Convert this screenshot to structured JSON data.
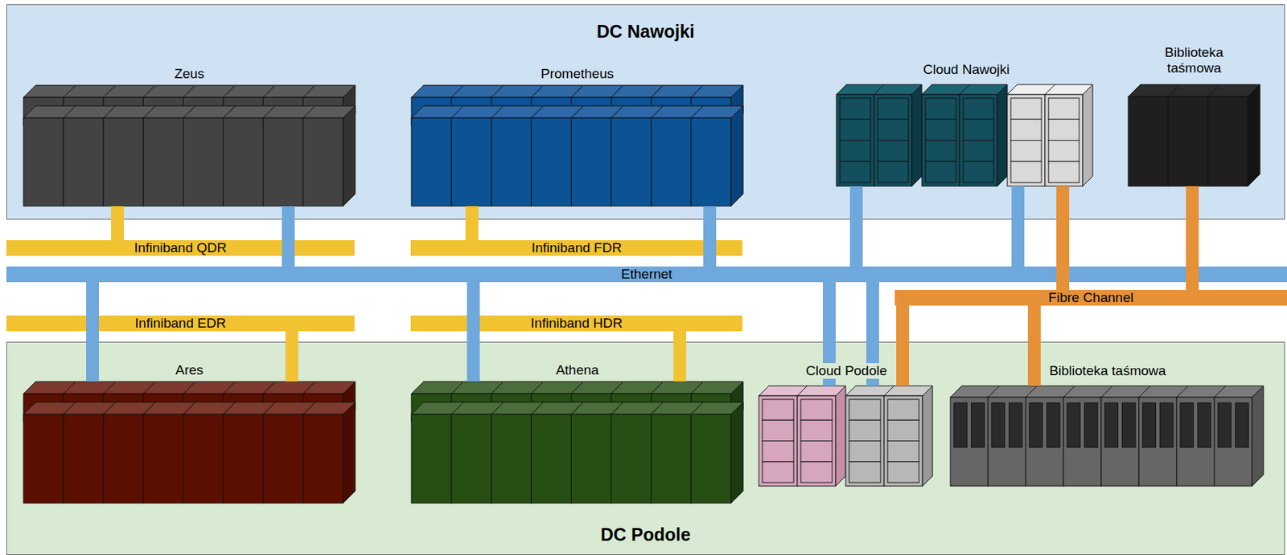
{
  "diagram": {
    "nodes": [
      {
        "text": [
          "DC Nawojki"
        ]
      },
      {
        "text": [
          "Zeus"
        ],
        "in": 0
      },
      {
        "text": [
          "Prometheus"
        ],
        "in": 0
      },
      {
        "text": [
          "Cloud Nawojki"
        ],
        "in": 0
      },
      {
        "text": [
          "Biblioteka taśmowa"
        ],
        "in": 0
      },
      {
        "text": [
          "Infiniband QDR"
        ]
      },
      {
        "text": [
          "Infiniband FDR"
        ]
      },
      {
        "text": [
          "Ethernet"
        ]
      },
      {
        "text": [
          "Fibre Channel"
        ]
      },
      {
        "text": [
          "Infiniband EDR"
        ]
      },
      {
        "text": [
          "Infiniband HDR"
        ]
      },
      {
        "text": [
          "DC Podole"
        ]
      },
      {
        "text": [
          "Ares"
        ],
        "in": 11
      },
      {
        "text": [
          "Athena"
        ],
        "in": 11
      },
      {
        "text": [
          "Cloud Podole"
        ],
        "in": 11
      },
      {
        "text": [
          "Biblioteka taśmowa"
        ],
        "in": 11
      }
    ],
    "edges": [
      {
        "from": 1,
        "to": 5,
        "arrow": "none"
      },
      {
        "from": 1,
        "to": 7,
        "arrow": "none"
      },
      {
        "from": 2,
        "to": 6,
        "arrow": "none"
      },
      {
        "from": 2,
        "to": 7,
        "arrow": "none"
      },
      {
        "from": 3,
        "to": 7,
        "arrow": "none"
      },
      {
        "from": 3,
        "to": 7,
        "arrow": "none"
      },
      {
        "from": 3,
        "to": 8,
        "arrow": "none"
      },
      {
        "from": 4,
        "to": 8,
        "arrow": "none"
      },
      {
        "from": 7,
        "to": 12,
        "arrow": "none"
      },
      {
        "from": 9,
        "to": 12,
        "arrow": "none"
      },
      {
        "from": 7,
        "to": 13,
        "arrow": "none"
      },
      {
        "from": 10,
        "to": 13,
        "arrow": "none"
      },
      {
        "from": 7,
        "to": 14,
        "arrow": "none"
      },
      {
        "from": 7,
        "to": 14,
        "arrow": "none"
      },
      {
        "from": 8,
        "to": 14,
        "arrow": "none"
      },
      {
        "from": 8,
        "to": 15,
        "arrow": "none"
      }
    ]
  }
}
